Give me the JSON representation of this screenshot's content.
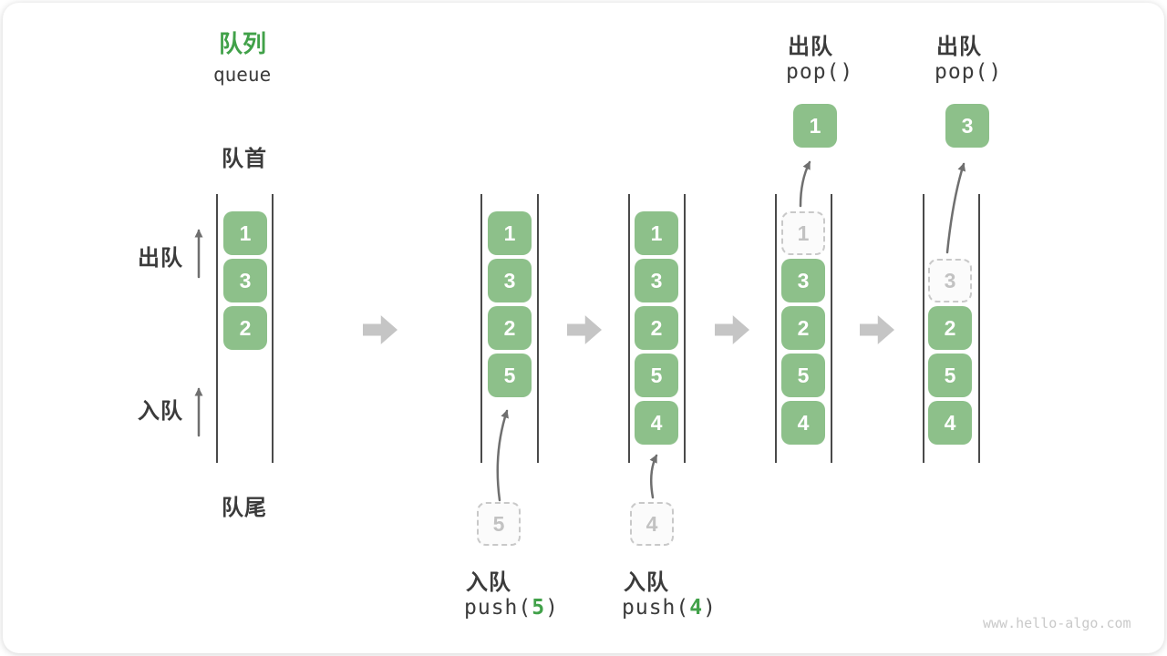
{
  "title": {
    "zh": "队列",
    "en": "queue"
  },
  "side_labels": {
    "front": "队首",
    "rear": "队尾",
    "dequeue": "出队",
    "enqueue": "入队"
  },
  "ops": {
    "pop1": {
      "label": "出队",
      "code": "pop()"
    },
    "pop2": {
      "label": "出队",
      "code": "pop()"
    },
    "push5": {
      "label": "入队",
      "fn": "push(",
      "arg": "5",
      "close": ")"
    },
    "push4": {
      "label": "入队",
      "fn": "push(",
      "arg": "4",
      "close": ")"
    }
  },
  "columns": [
    {
      "items": [
        "1",
        "3",
        "2"
      ]
    },
    {
      "items": [
        "1",
        "3",
        "2",
        "5"
      ],
      "pending": "5"
    },
    {
      "items": [
        "1",
        "3",
        "2",
        "5",
        "4"
      ],
      "pending": "4"
    },
    {
      "ghost": "1",
      "items": [
        "3",
        "2",
        "5",
        "4"
      ],
      "popped": "1"
    },
    {
      "ghost": "3",
      "items": [
        "2",
        "5",
        "4"
      ],
      "popped": "3"
    }
  ],
  "watermark": "www.hello-algo.com",
  "colors": {
    "green": "#8DC08A",
    "accent": "#41A149",
    "ink": "#3B3B3B",
    "ghost-border": "#C9C9C9",
    "ghost-text": "#C2C2C2",
    "line": "#4A4A4A",
    "block-arrow": "#C5C5C5",
    "thin-arrow": "#6F6F6F",
    "watermark": "#C9C9C9"
  }
}
